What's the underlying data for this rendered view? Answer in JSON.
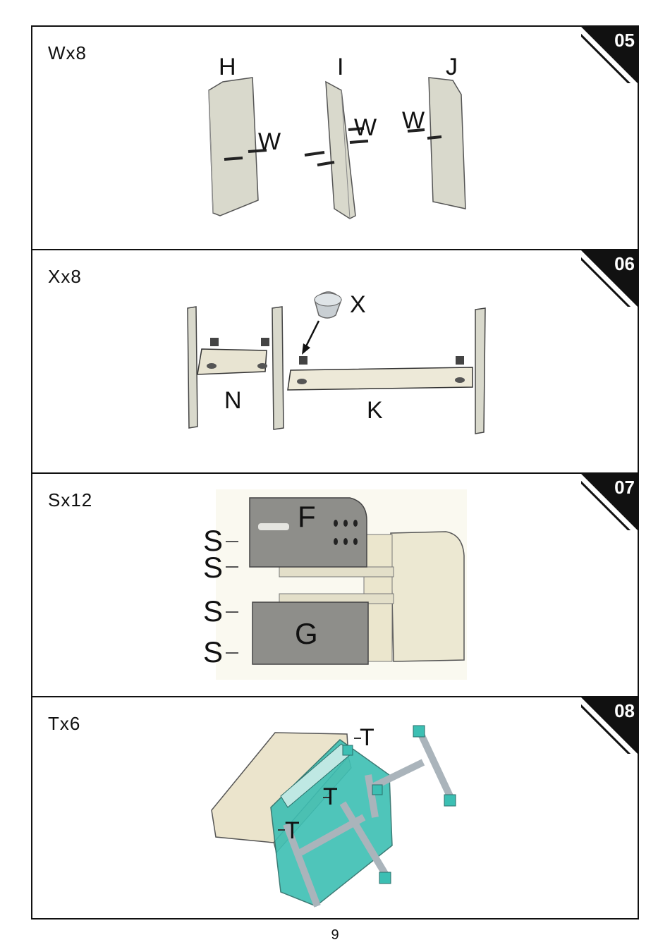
{
  "steps": [
    {
      "number": "05",
      "quantity": "Wx8",
      "labels": {
        "h": "H",
        "i": "I",
        "j": "J",
        "w1": "W",
        "w2": "W",
        "w3": "W"
      }
    },
    {
      "number": "06",
      "quantity": "Xx8",
      "labels": {
        "x": "X",
        "n": "N",
        "k": "K"
      }
    },
    {
      "number": "07",
      "quantity": "Sx12",
      "labels": {
        "f": "F",
        "g": "G",
        "s1": "S",
        "s2": "S",
        "s3": "S",
        "s4": "S"
      }
    },
    {
      "number": "08",
      "quantity": "Tx6",
      "labels": {
        "t1": "T",
        "t2": "T",
        "t3": "T"
      }
    }
  ],
  "page_number": "9",
  "colors": {
    "panel": "#dcdccf",
    "panel_dark": "#8c8c88",
    "teal": "#3cbfb3",
    "line": "#222222"
  }
}
